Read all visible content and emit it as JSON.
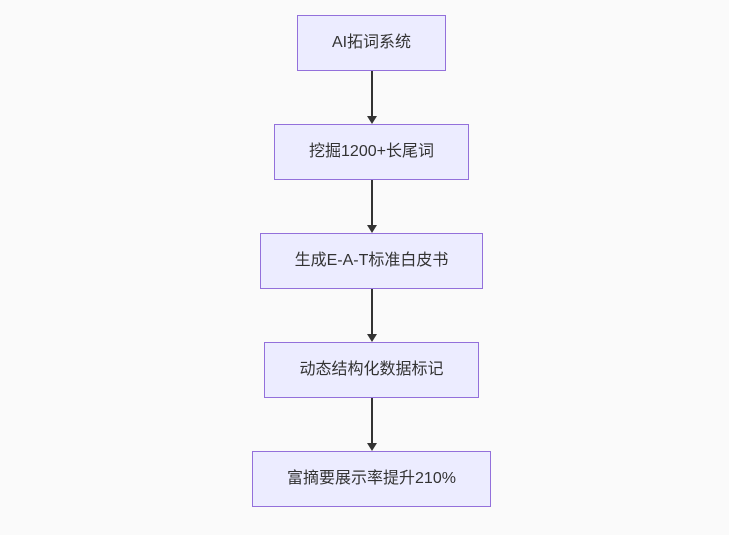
{
  "diagram": {
    "type": "flowchart",
    "direction": "top-down",
    "background": "#fafafa",
    "node_fill": "#ececff",
    "node_border": "#9370db",
    "text_color": "#333333",
    "arrow_color": "#333333",
    "nodes": [
      {
        "label": "AI拓词系统"
      },
      {
        "label": "挖掘1200+长尾词"
      },
      {
        "label": "生成E-A-T标准白皮书"
      },
      {
        "label": "动态结构化数据标记"
      },
      {
        "label": "富摘要展示率提升210%"
      }
    ],
    "edges": [
      {
        "from": "AI拓词系统",
        "to": "挖掘1200+长尾词"
      },
      {
        "from": "挖掘1200+长尾词",
        "to": "生成E-A-T标准白皮书"
      },
      {
        "from": "生成E-A-T标准白皮书",
        "to": "动态结构化数据标记"
      },
      {
        "from": "动态结构化数据标记",
        "to": "富摘要展示率提升210%"
      }
    ]
  }
}
